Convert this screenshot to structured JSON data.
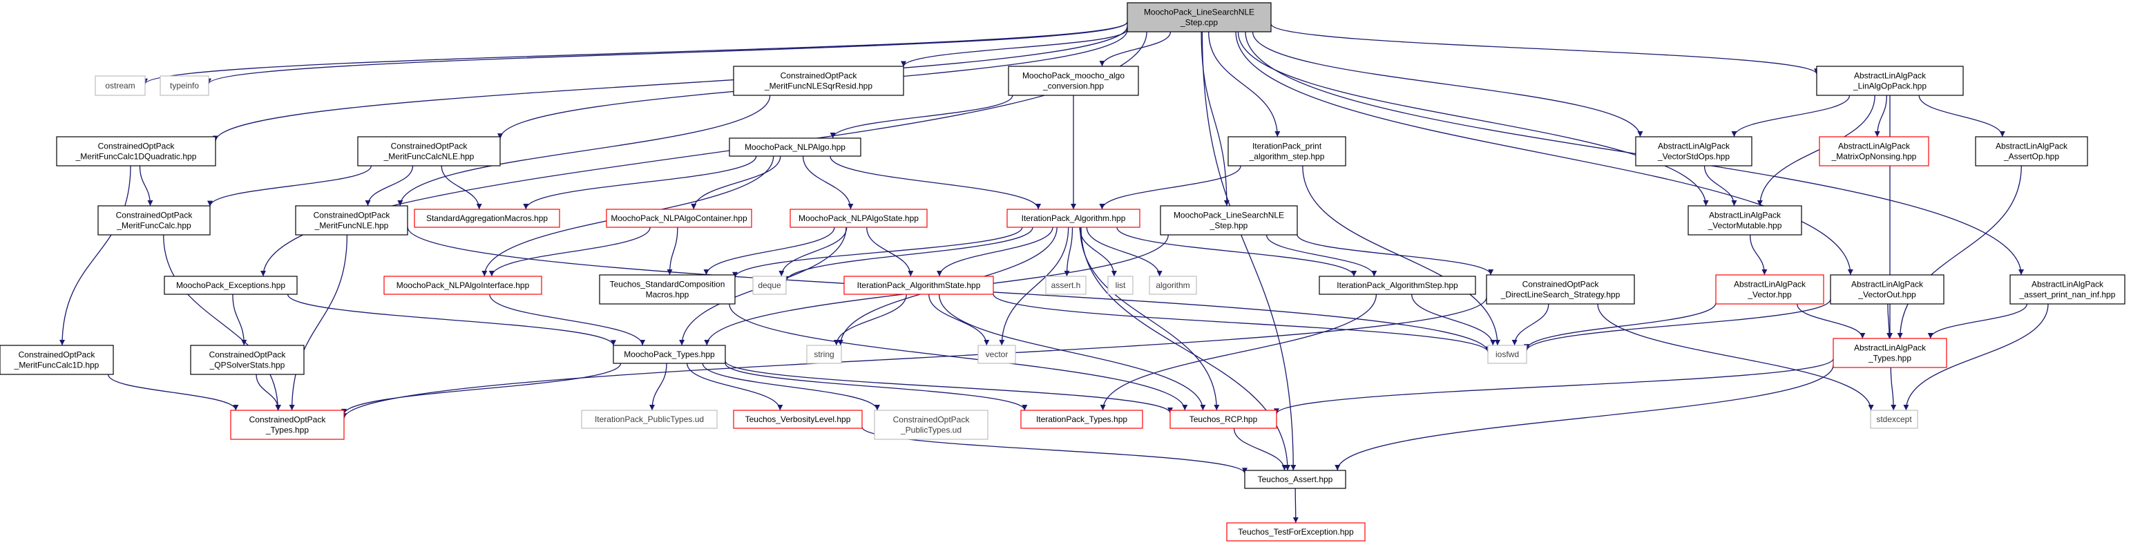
{
  "colors": {
    "background": "#ffffff",
    "root_fill": "#bfbfbf",
    "node_border_black": "#000000",
    "node_border_red": "#ff0000",
    "node_border_gray": "#bfbfbf",
    "edge": "#191970"
  },
  "nodes": [
    {
      "id": "root",
      "style": "root",
      "lines": [
        "MoochoPack_LineSearchNLE",
        "_Step.cpp"
      ]
    },
    {
      "id": "ostream",
      "style": "gray",
      "lines": [
        "ostream"
      ]
    },
    {
      "id": "typeinfo",
      "style": "gray",
      "lines": [
        "typeinfo"
      ]
    },
    {
      "id": "mfsqr",
      "style": "black",
      "lines": [
        "ConstrainedOptPack",
        "_MeritFuncNLESqrResid.hpp"
      ]
    },
    {
      "id": "mooalgo",
      "style": "black",
      "lines": [
        "MoochoPack_moocho_algo",
        "_conversion.hpp"
      ]
    },
    {
      "id": "linop",
      "style": "black",
      "lines": [
        "AbstractLinAlgPack",
        "_LinAlgOpPack.hpp"
      ]
    },
    {
      "id": "mf1dq",
      "style": "black",
      "lines": [
        "ConstrainedOptPack",
        "_MeritFuncCalc1DQuadratic.hpp"
      ]
    },
    {
      "id": "mfnle",
      "style": "black",
      "lines": [
        "ConstrainedOptPack",
        "_MeritFuncCalcNLE.hpp"
      ]
    },
    {
      "id": "nlpalgo",
      "style": "black",
      "lines": [
        "MoochoPack_NLPAlgo.hpp"
      ]
    },
    {
      "id": "iterprint",
      "style": "black",
      "lines": [
        "IterationPack_print",
        "_algorithm_step.hpp"
      ]
    },
    {
      "id": "vstd",
      "style": "black",
      "lines": [
        "AbstractLinAlgPack",
        "_VectorStdOps.hpp"
      ]
    },
    {
      "id": "matnons",
      "style": "red",
      "lines": [
        "AbstractLinAlgPack",
        "_MatrixOpNonsing.hpp"
      ]
    },
    {
      "id": "assertop",
      "style": "black",
      "lines": [
        "AbstractLinAlgPack",
        "_AssertOp.hpp"
      ]
    },
    {
      "id": "mfcalc",
      "style": "black",
      "lines": [
        "ConstrainedOptPack",
        "_MeritFuncCalc.hpp"
      ]
    },
    {
      "id": "mfnlehpp",
      "style": "black",
      "lines": [
        "ConstrainedOptPack",
        "_MeritFuncNLE.hpp"
      ]
    },
    {
      "id": "stdagg",
      "style": "red",
      "lines": [
        "StandardAggregationMacros.hpp"
      ]
    },
    {
      "id": "nlpcont",
      "style": "red",
      "lines": [
        "MoochoPack_NLPAlgoContainer.hpp"
      ]
    },
    {
      "id": "nlpstate",
      "style": "red",
      "lines": [
        "MoochoPack_NLPAlgoState.hpp"
      ]
    },
    {
      "id": "iteralg",
      "style": "red",
      "lines": [
        "IterationPack_Algorithm.hpp"
      ]
    },
    {
      "id": "lsstep",
      "style": "black",
      "lines": [
        "MoochoPack_LineSearchNLE",
        "_Step.hpp"
      ]
    },
    {
      "id": "vmut",
      "style": "black",
      "lines": [
        "AbstractLinAlgPack",
        "_VectorMutable.hpp"
      ]
    },
    {
      "id": "exc",
      "style": "black",
      "lines": [
        "MoochoPack_Exceptions.hpp"
      ]
    },
    {
      "id": "nlpif",
      "style": "red",
      "lines": [
        "MoochoPack_NLPAlgoInterface.hpp"
      ]
    },
    {
      "id": "stdcomp",
      "style": "black",
      "lines": [
        "Teuchos_StandardComposition",
        "Macros.hpp"
      ]
    },
    {
      "id": "deque",
      "style": "gray",
      "lines": [
        "deque"
      ]
    },
    {
      "id": "iterstate",
      "style": "red",
      "lines": [
        "IterationPack_AlgorithmState.hpp"
      ]
    },
    {
      "id": "asserth",
      "style": "gray",
      "lines": [
        "assert.h"
      ]
    },
    {
      "id": "list",
      "style": "gray",
      "lines": [
        "list"
      ]
    },
    {
      "id": "algorithm",
      "style": "gray",
      "lines": [
        "algorithm"
      ]
    },
    {
      "id": "iterstep",
      "style": "black",
      "lines": [
        "IterationPack_AlgorithmStep.hpp"
      ]
    },
    {
      "id": "dls",
      "style": "black",
      "lines": [
        "ConstrainedOptPack",
        "_DirectLineSearch_Strategy.hpp"
      ]
    },
    {
      "id": "vec",
      "style": "red",
      "lines": [
        "AbstractLinAlgPack",
        "_Vector.hpp"
      ]
    },
    {
      "id": "vout",
      "style": "black",
      "lines": [
        "AbstractLinAlgPack",
        "_VectorOut.hpp"
      ]
    },
    {
      "id": "apnan",
      "style": "black",
      "lines": [
        "AbstractLinAlgPack",
        "_assert_print_nan_inf.hpp"
      ]
    },
    {
      "id": "mf1d",
      "style": "black",
      "lines": [
        "ConstrainedOptPack",
        "_MeritFuncCalc1D.hpp"
      ]
    },
    {
      "id": "qpss",
      "style": "black",
      "lines": [
        "ConstrainedOptPack",
        "_QPSolverStats.hpp"
      ]
    },
    {
      "id": "mtypes",
      "style": "black",
      "lines": [
        "MoochoPack_Types.hpp"
      ]
    },
    {
      "id": "string",
      "style": "gray",
      "lines": [
        "string"
      ]
    },
    {
      "id": "vector",
      "style": "gray",
      "lines": [
        "vector"
      ]
    },
    {
      "id": "iosfwd",
      "style": "gray",
      "lines": [
        "iosfwd"
      ]
    },
    {
      "id": "alptypes",
      "style": "red",
      "lines": [
        "AbstractLinAlgPack",
        "_Types.hpp"
      ]
    },
    {
      "id": "cotypes",
      "style": "red",
      "lines": [
        "ConstrainedOptPack",
        "_Types.hpp"
      ]
    },
    {
      "id": "ipub",
      "style": "gray",
      "lines": [
        "IterationPack_PublicTypes.ud"
      ]
    },
    {
      "id": "verb",
      "style": "red",
      "lines": [
        "Teuchos_VerbosityLevel.hpp"
      ]
    },
    {
      "id": "copub",
      "style": "gray",
      "lines": [
        "ConstrainedOptPack",
        "_PublicTypes.ud"
      ]
    },
    {
      "id": "itypes",
      "style": "red",
      "lines": [
        "IterationPack_Types.hpp"
      ]
    },
    {
      "id": "rcp",
      "style": "red",
      "lines": [
        "Teuchos_RCP.hpp"
      ]
    },
    {
      "id": "stdexcept",
      "style": "gray",
      "lines": [
        "stdexcept"
      ]
    },
    {
      "id": "tassert",
      "style": "black",
      "lines": [
        "Teuchos_Assert.hpp"
      ]
    },
    {
      "id": "ttfe",
      "style": "red",
      "lines": [
        "Teuchos_TestForException.hpp"
      ]
    }
  ],
  "edges": [
    [
      "root",
      "ostream"
    ],
    [
      "root",
      "typeinfo"
    ],
    [
      "root",
      "mf1dq"
    ],
    [
      "root",
      "mfnle"
    ],
    [
      "root",
      "mfsqr"
    ],
    [
      "root",
      "mooalgo"
    ],
    [
      "root",
      "exc"
    ],
    [
      "root",
      "iterprint"
    ],
    [
      "root",
      "lsstep"
    ],
    [
      "root",
      "linop"
    ],
    [
      "root",
      "vstd"
    ],
    [
      "root",
      "vmut"
    ],
    [
      "root",
      "vout"
    ],
    [
      "root",
      "apnan"
    ],
    [
      "root",
      "tassert"
    ],
    [
      "mf1dq",
      "mfcalc"
    ],
    [
      "mf1dq",
      "mf1d"
    ],
    [
      "mfnle",
      "mfcalc"
    ],
    [
      "mfnle",
      "mfnlehpp"
    ],
    [
      "mfnle",
      "stdagg"
    ],
    [
      "mfsqr",
      "mfnlehpp"
    ],
    [
      "mooalgo",
      "nlpalgo"
    ],
    [
      "mooalgo",
      "iteralg"
    ],
    [
      "nlpalgo",
      "stdagg"
    ],
    [
      "nlpalgo",
      "nlpcont"
    ],
    [
      "nlpalgo",
      "nlpstate"
    ],
    [
      "nlpalgo",
      "nlpif"
    ],
    [
      "nlpalgo",
      "iteralg"
    ],
    [
      "iterprint",
      "iteralg"
    ],
    [
      "iterprint",
      "iosfwd"
    ],
    [
      "linop",
      "vstd"
    ],
    [
      "linop",
      "matnons"
    ],
    [
      "linop",
      "assertop"
    ],
    [
      "linop",
      "vmut"
    ],
    [
      "linop",
      "alptypes"
    ],
    [
      "vstd",
      "vmut"
    ],
    [
      "assertop",
      "alptypes"
    ],
    [
      "mfcalc",
      "cotypes"
    ],
    [
      "mfnlehpp",
      "cotypes"
    ],
    [
      "mfnlehpp",
      "iosfwd"
    ],
    [
      "nlpcont",
      "nlpif"
    ],
    [
      "nlpcont",
      "stdcomp"
    ],
    [
      "nlpstate",
      "mtypes"
    ],
    [
      "nlpstate",
      "iterstate"
    ],
    [
      "nlpstate",
      "stdcomp"
    ],
    [
      "nlpstate",
      "deque"
    ],
    [
      "nlpif",
      "mtypes"
    ],
    [
      "iteralg",
      "iterstate"
    ],
    [
      "iteralg",
      "iterstep"
    ],
    [
      "iteralg",
      "stdcomp"
    ],
    [
      "iteralg",
      "deque"
    ],
    [
      "iteralg",
      "asserth"
    ],
    [
      "iteralg",
      "list"
    ],
    [
      "iteralg",
      "algorithm"
    ],
    [
      "iteralg",
      "string"
    ],
    [
      "iteralg",
      "vector"
    ],
    [
      "iteralg",
      "rcp"
    ],
    [
      "iteralg",
      "tassert"
    ],
    [
      "lsstep",
      "iterstep"
    ],
    [
      "lsstep",
      "dls"
    ],
    [
      "lsstep",
      "mtypes"
    ],
    [
      "vmut",
      "vec"
    ],
    [
      "exc",
      "qpss"
    ],
    [
      "exc",
      "mtypes"
    ],
    [
      "stdcomp",
      "rcp"
    ],
    [
      "iterstate",
      "string"
    ],
    [
      "iterstate",
      "vector"
    ],
    [
      "iterstate",
      "rcp"
    ],
    [
      "iterstate",
      "iosfwd"
    ],
    [
      "iterstep",
      "iosfwd"
    ],
    [
      "iterstep",
      "itypes"
    ],
    [
      "dls",
      "cotypes"
    ],
    [
      "dls",
      "iosfwd"
    ],
    [
      "dls",
      "stdexcept"
    ],
    [
      "vec",
      "iosfwd"
    ],
    [
      "vec",
      "alptypes"
    ],
    [
      "vout",
      "alptypes"
    ],
    [
      "vout",
      "iosfwd"
    ],
    [
      "apnan",
      "alptypes"
    ],
    [
      "apnan",
      "stdexcept"
    ],
    [
      "mf1d",
      "cotypes"
    ],
    [
      "qpss",
      "cotypes"
    ],
    [
      "mtypes",
      "cotypes"
    ],
    [
      "mtypes",
      "ipub"
    ],
    [
      "mtypes",
      "verb"
    ],
    [
      "mtypes",
      "copub"
    ],
    [
      "mtypes",
      "itypes"
    ],
    [
      "mtypes",
      "rcp"
    ],
    [
      "alptypes",
      "rcp"
    ],
    [
      "alptypes",
      "tassert"
    ],
    [
      "alptypes",
      "stdexcept"
    ],
    [
      "verb",
      "tassert"
    ],
    [
      "rcp",
      "tassert"
    ],
    [
      "tassert",
      "ttfe"
    ]
  ]
}
